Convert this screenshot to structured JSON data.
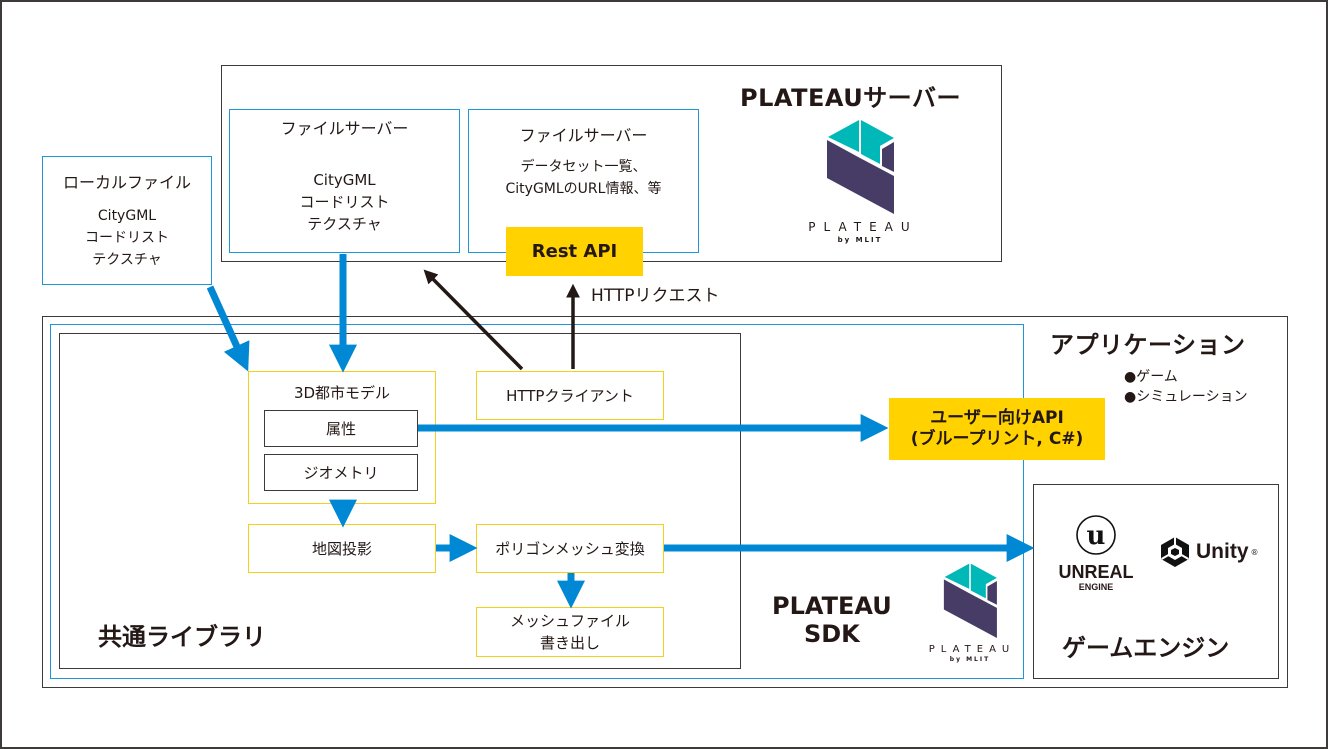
{
  "plateau_server": {
    "title": "PLATEAUサーバー",
    "file_server_1": {
      "title": "ファイルサーバー",
      "lines": [
        "CityGML",
        "コードリスト",
        "テクスチャ"
      ]
    },
    "file_server_2": {
      "title": "ファイルサーバー",
      "lines": [
        "データセット一覧、",
        "CityGMLのURL情報、等"
      ]
    },
    "rest_api": "Rest API",
    "logo": {
      "word": "PLATEAU",
      "by": "by MLIT"
    }
  },
  "local_file": {
    "title": "ローカルファイル",
    "lines": [
      "CityGML",
      "コードリスト",
      "テクスチャ"
    ]
  },
  "http_request_label": "HTTPリクエスト",
  "application": {
    "title": "アプリケーション",
    "bullets": [
      "●ゲーム",
      "●シミュレーション"
    ]
  },
  "common_library": {
    "title": "共通ライブラリ",
    "city_model": {
      "title": "3D都市モデル",
      "attribute": "属性",
      "geometry": "ジオメトリ"
    },
    "http_client": "HTTPクライアント",
    "map_projection": "地図投影",
    "polygon_mesh": "ポリゴンメッシュ変換",
    "mesh_export": [
      "メッシュファイル",
      "書き出し"
    ]
  },
  "user_api": [
    "ユーザー向けAPI",
    "(ブループリント, C#)"
  ],
  "plateau_sdk": {
    "title": [
      "PLATEAU",
      "SDK"
    ],
    "logo": {
      "word": "PLATEAU",
      "by": "by MLIT"
    }
  },
  "game_engine": {
    "title": "ゲームエンジン",
    "unreal": [
      "UNREAL",
      "ENGINE"
    ],
    "unity": "Unity",
    "registered": "®"
  },
  "colors": {
    "blue": "#0088d4",
    "yellow": "#ffd200",
    "teal": "#00b8b8",
    "purple": "#463c66",
    "dark": "#231815"
  }
}
